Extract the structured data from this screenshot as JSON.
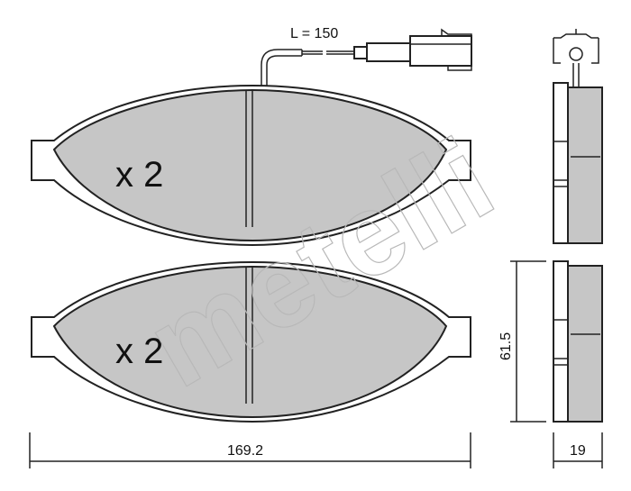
{
  "title": "Brake pad set drawing",
  "wear_sensor_label": "L = 150",
  "quantity_top": "x 2",
  "quantity_bottom": "x 2",
  "dimensions": {
    "width": "169.2",
    "height": "61.5",
    "thickness": "19"
  },
  "watermark": "metelli",
  "colors": {
    "friction": "#c6c6c6",
    "outline": "#222222",
    "watermark": "#b8b8b8"
  }
}
